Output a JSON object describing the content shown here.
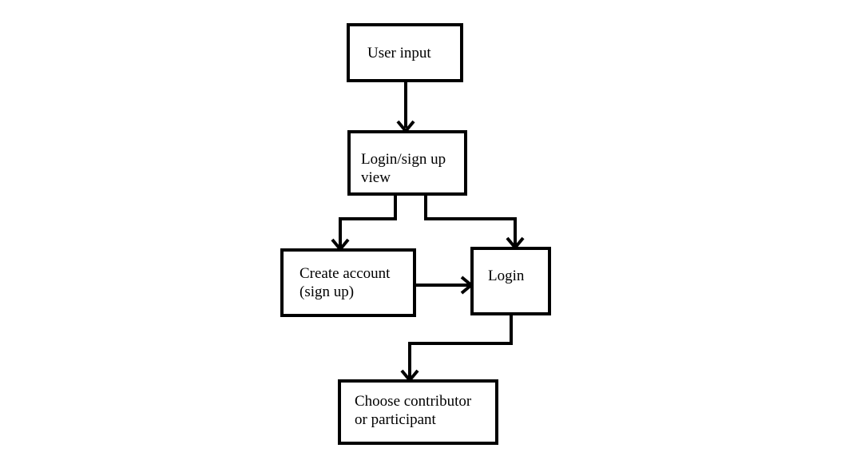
{
  "diagram": {
    "nodes": [
      {
        "id": "user-input",
        "lines": [
          "User input"
        ]
      },
      {
        "id": "login-signup-view",
        "lines": [
          "Login/sign up",
          "view"
        ]
      },
      {
        "id": "create-account",
        "lines": [
          "Create account",
          "(sign up)"
        ]
      },
      {
        "id": "login",
        "lines": [
          "Login"
        ]
      },
      {
        "id": "choose-role",
        "lines": [
          "Choose contributor",
          "or participant"
        ]
      }
    ],
    "edges": [
      {
        "from": "user-input",
        "to": "login-signup-view"
      },
      {
        "from": "login-signup-view",
        "to": "create-account"
      },
      {
        "from": "login-signup-view",
        "to": "login"
      },
      {
        "from": "create-account",
        "to": "login"
      },
      {
        "from": "login",
        "to": "choose-role"
      }
    ],
    "colors": {
      "stroke": "#000000",
      "background": "#ffffff"
    }
  }
}
